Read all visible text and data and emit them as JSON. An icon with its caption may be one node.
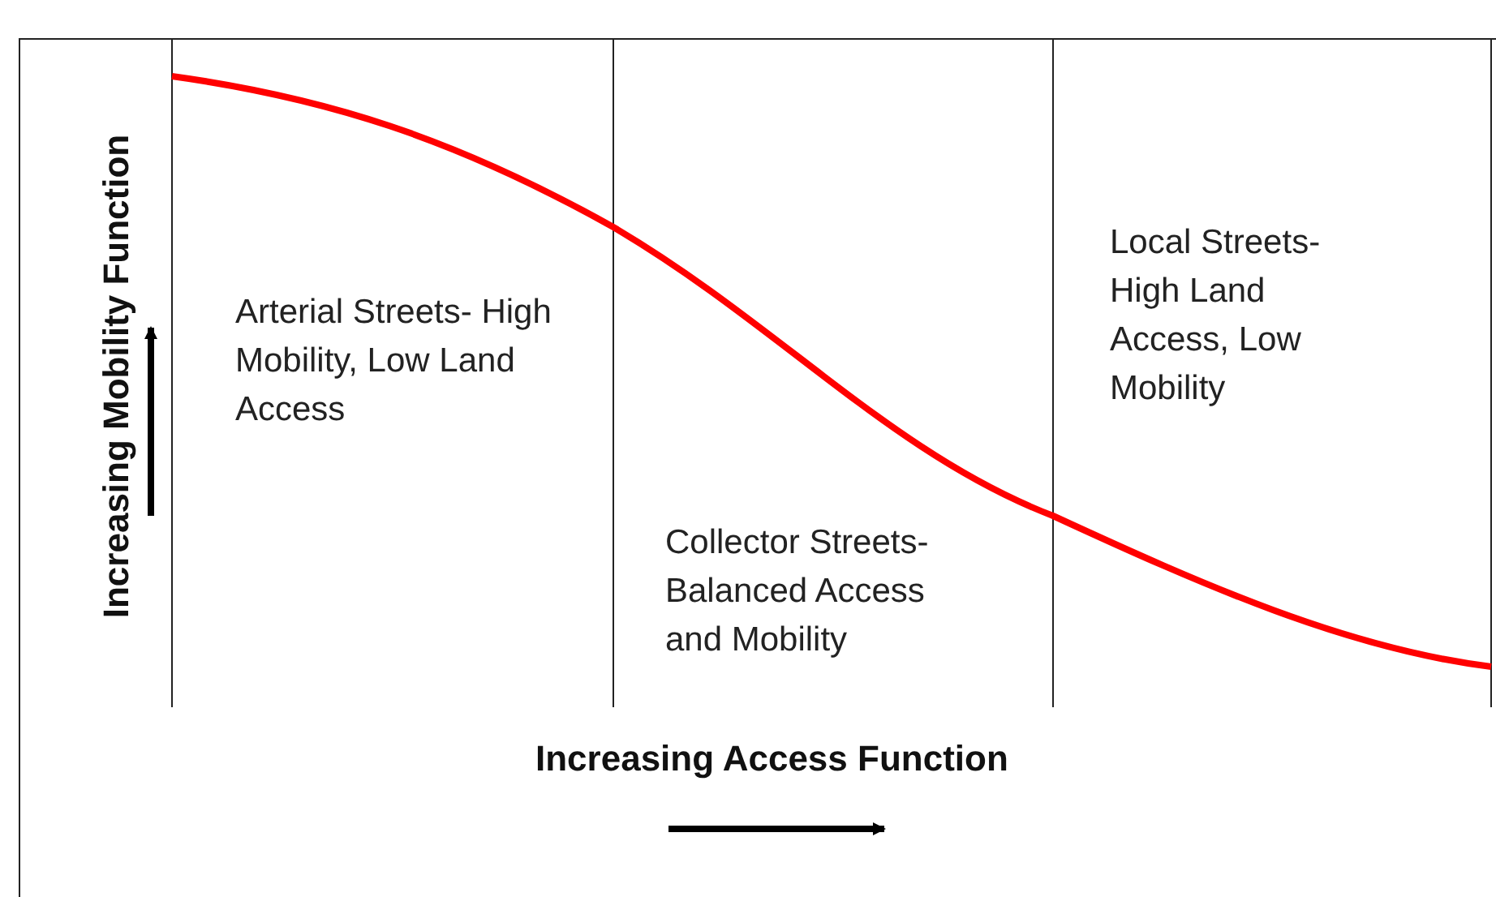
{
  "diagram": {
    "labels": [
      "Increasing Mobility Function",
      "Arterial Streets- High Mobility, Low Land Access",
      "Local Streets- High Land Access, Low Mobility",
      "Collector Streets- Balanced Access and Mobility",
      "Increasing Access Function"
    ]
  }
}
